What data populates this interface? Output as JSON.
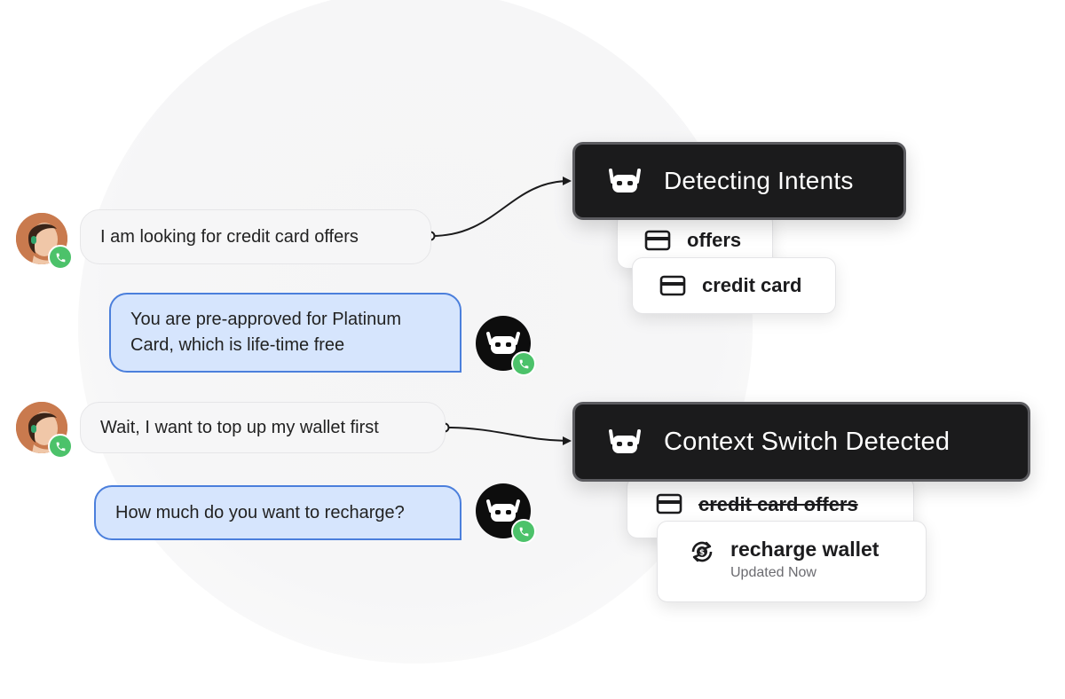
{
  "conversation": [
    {
      "speaker": "user",
      "text": "I am looking for credit card offers"
    },
    {
      "speaker": "bot",
      "text": "You are pre-approved for Platinum Card, which is life-time free"
    },
    {
      "speaker": "user",
      "text": "Wait, I want to top up my wallet first"
    },
    {
      "speaker": "bot",
      "text": "How much do you want to recharge?"
    }
  ],
  "intent_panels": [
    {
      "title": "Detecting Intents",
      "chips": [
        {
          "label": "offers",
          "icon": "credit-card-icon"
        },
        {
          "label": "credit card",
          "icon": "credit-card-icon"
        }
      ]
    },
    {
      "title": "Context Switch Detected",
      "chips": [
        {
          "label": "credit card offers",
          "icon": "credit-card-icon",
          "struck_through": true
        },
        {
          "label": "recharge wallet",
          "icon": "wallet-recharge-icon",
          "status": "Updated Now"
        }
      ]
    }
  ],
  "colors": {
    "bot_bubble_bg": "#d6e5fd",
    "bot_bubble_border": "#4b7fdc",
    "user_bubble_bg": "#f6f6f7",
    "intent_card_bg": "#1b1b1c",
    "call_badge": "#4cc26a",
    "avatar_human": "#c97a4e"
  },
  "icons": [
    "bot-icon",
    "phone-call-icon",
    "credit-card-icon",
    "wallet-recharge-icon",
    "user-avatar"
  ]
}
